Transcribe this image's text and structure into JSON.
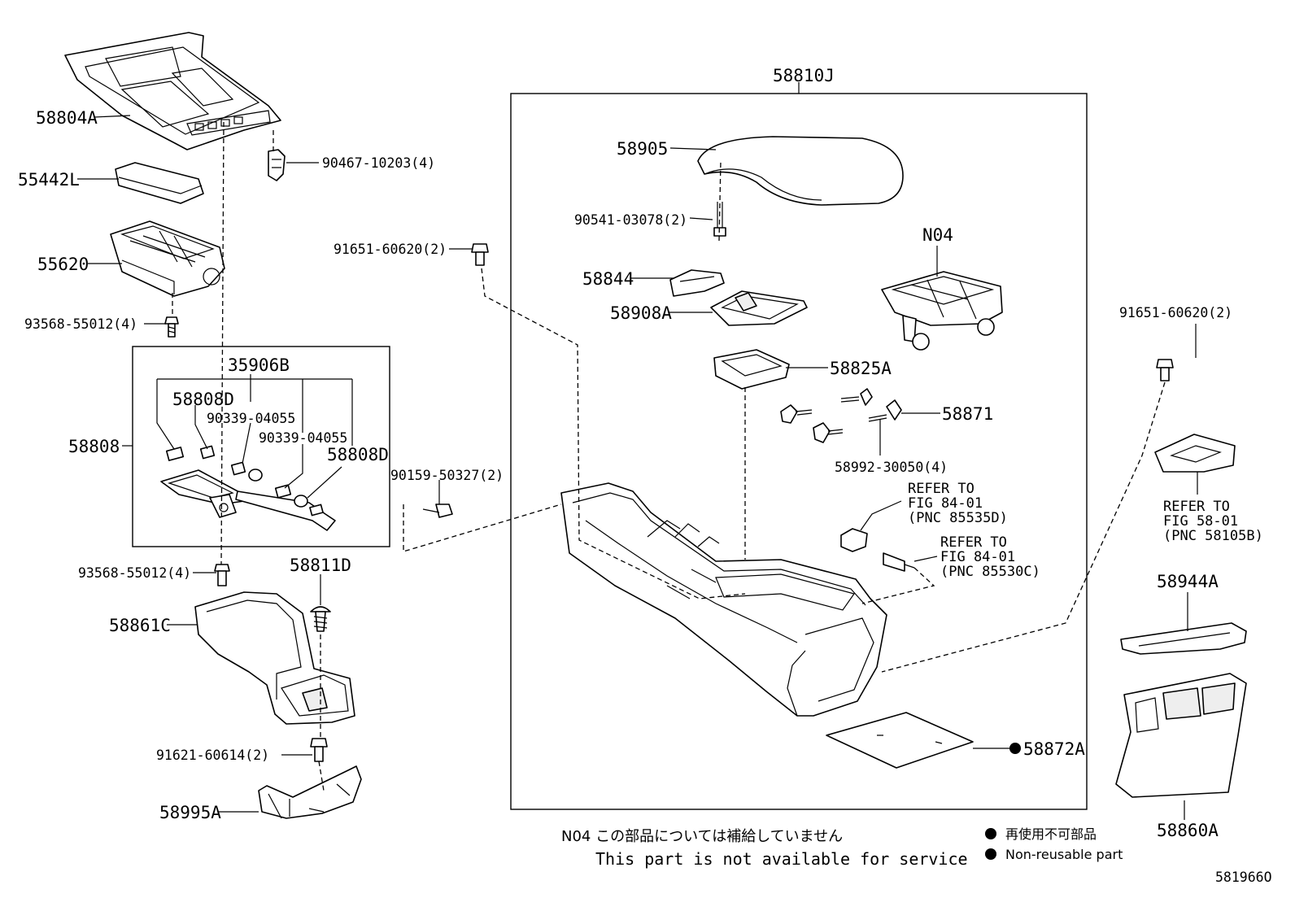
{
  "diagram": {
    "labels": {
      "p58804A": "58804A",
      "p90467": "90467-10203(4)",
      "p55442L": "55442L",
      "p55620": "55620",
      "p93568a": "93568-55012(4)",
      "p35906B": "35906B",
      "p58808D_a": "58808D",
      "p90339_a": "90339-04055",
      "p90339_b": "90339-04055",
      "p58808D_b": "58808D",
      "p58808": "58808",
      "p90159": "90159-50327(2)",
      "p93568b": "93568-55012(4)",
      "p58811D": "58811D",
      "p58861C": "58861C",
      "p91621": "91621-60614(2)",
      "p58995A": "58995A",
      "p91651_a": "91651-60620(2)",
      "p58810J": "58810J",
      "p58905": "58905",
      "p90541": "90541-03078(2)",
      "pN04": "N04",
      "p58844": "58844",
      "p58908A": "58908A",
      "p58825A": "58825A",
      "p58871": "58871",
      "p58992": "58992-30050(4)",
      "p58872A": "58872A",
      "p91651_b": "91651-60620(2)",
      "p58944A": "58944A",
      "p58860A": "58860A"
    },
    "refs": {
      "ref1": [
        "REFER TO",
        "FIG 84-01",
        "(PNC 85535D)"
      ],
      "ref2": [
        "REFER TO",
        "FIG 84-01",
        "(PNC 85530C)"
      ],
      "ref3": [
        "REFER TO",
        "FIG 58-01",
        "(PNC 58105B)"
      ]
    },
    "notes": {
      "jp": "N04 この部品については補給していません",
      "en": "This part is not available for service"
    },
    "legend": {
      "jp": "再使用不可部品",
      "en": "Non-reusable part"
    },
    "figure_id": "581966O"
  }
}
